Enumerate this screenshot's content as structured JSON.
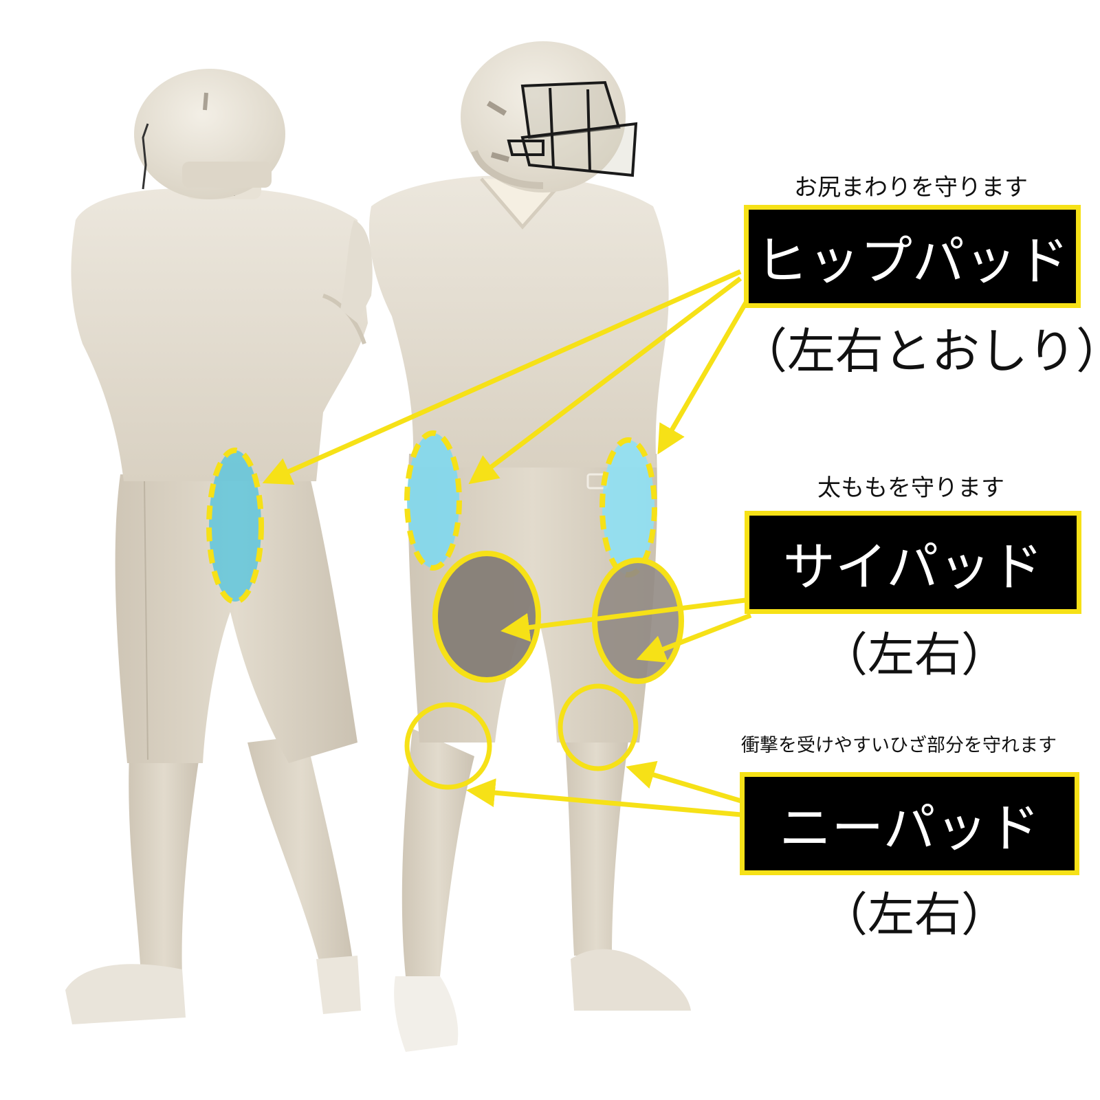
{
  "colors": {
    "accent_yellow": "#f6e117",
    "label_bg": "#000000",
    "label_text": "#ffffff",
    "hip_pad_fill": "#7fd8ee",
    "thigh_pad_fill": "#7d7570",
    "uniform": "#d6cdbd",
    "background": "#ffffff"
  },
  "figures": [
    {
      "name": "player-back-view",
      "helmet": "helmet-back"
    },
    {
      "name": "player-front-view",
      "helmet": "helmet-with-facemask"
    }
  ],
  "callouts": [
    {
      "id": "hip",
      "caption": "お尻まわりを守ります",
      "label": "ヒップパッド",
      "sub": "（左右とおしり）",
      "marker_style": "dashed-ellipse",
      "marker_count": 3
    },
    {
      "id": "thigh",
      "caption": "太ももを守ります",
      "label": "サイパッド",
      "sub": "（左右）",
      "marker_style": "solid-ellipse-filled",
      "marker_count": 2
    },
    {
      "id": "knee",
      "caption": "衝撃を受けやすいひざ部分を守れます",
      "label": "ニーパッド",
      "sub": "（左右）",
      "marker_style": "solid-ellipse",
      "marker_count": 2
    }
  ]
}
